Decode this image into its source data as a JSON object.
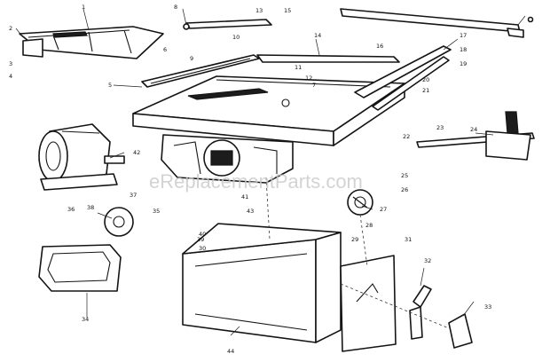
{
  "watermark": "eReplacementParts.com",
  "callouts": {
    "c1": "1",
    "c2": "2",
    "c3": "3",
    "c4": "4",
    "c5": "5",
    "c6": "6",
    "c7": "7",
    "c8": "8",
    "c9": "9",
    "c10": "10",
    "c11": "11",
    "c12": "12",
    "c13": "13",
    "c14": "14",
    "c15": "15",
    "c16": "16",
    "c17": "17",
    "c18": "18",
    "c19": "19",
    "c20": "20",
    "c21": "21",
    "c22": "22",
    "c23": "23",
    "c24": "24",
    "c25": "25",
    "c26": "26",
    "c27": "27",
    "c28": "28",
    "c29": "29",
    "c30": "30",
    "c31": "31",
    "c32": "32",
    "c33": "33",
    "c34": "34",
    "c35": "35",
    "c36": "36",
    "c37": "37",
    "c38": "38",
    "c39": "39",
    "c40": "40",
    "c41": "41",
    "c42": "42",
    "c43": "43",
    "c44": "44"
  }
}
